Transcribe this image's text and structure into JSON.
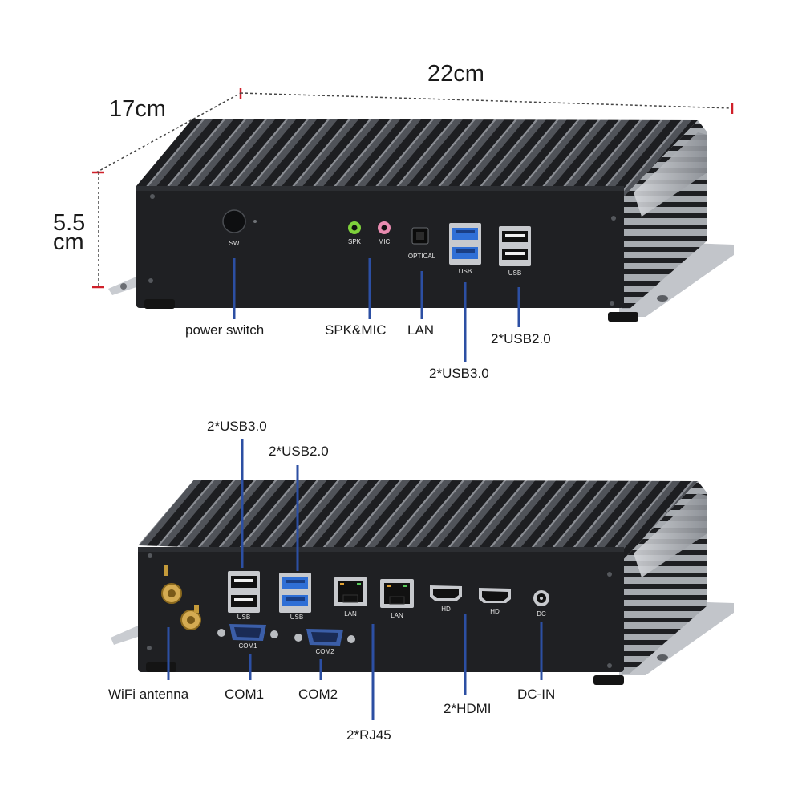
{
  "dimensions": {
    "width": "22cm",
    "depth": "17cm",
    "height_value": "5.5",
    "height_unit": "cm"
  },
  "front_panel": {
    "port_labels": {
      "sw": "SW",
      "spk": "SPK",
      "mic": "MIC",
      "optical": "OPTICAL",
      "usb3": "USB",
      "usb2": "USB"
    },
    "callouts": {
      "power_switch": "power switch",
      "spk_mic": "SPK&MIC",
      "lan": "LAN",
      "usb2": "2*USB2.0",
      "usb3": "2*USB3.0"
    }
  },
  "back_panel": {
    "port_labels": {
      "usb2": "USB",
      "usb3": "USB",
      "lan1": "LAN",
      "lan2": "LAN",
      "hd1": "HD",
      "hd2": "HD",
      "dc": "DC",
      "com1": "COM1",
      "com2": "COM2"
    },
    "callouts": {
      "usb3": "2*USB3.0",
      "usb2": "2*USB2.0",
      "wifi": "WiFi antenna",
      "com1": "COM1",
      "com2": "COM2",
      "hdmi": "2*HDMI",
      "dcin": "DC-IN",
      "rj45": "2*RJ45"
    }
  },
  "colors": {
    "callout_line": "#2c4fa3",
    "dim_tick": "#d0202a",
    "chassis": "#1f2023",
    "usb3_blue": "#2f6fd6",
    "spk_green": "#7ed13b",
    "mic_pink": "#e98bb0"
  }
}
